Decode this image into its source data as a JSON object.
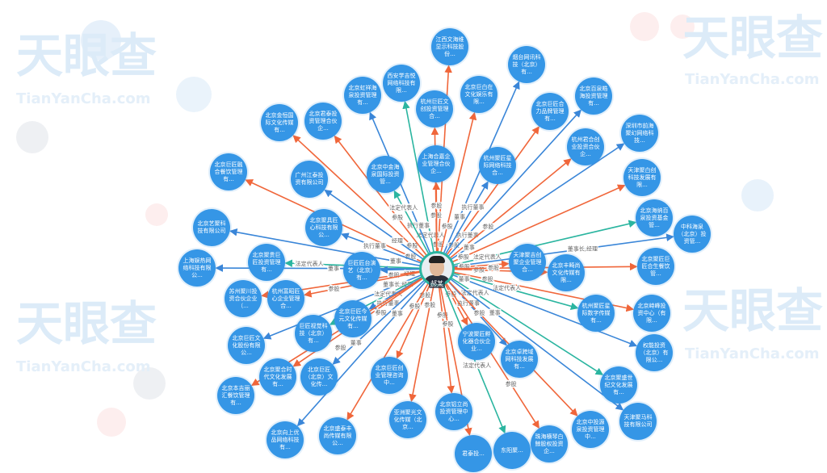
{
  "watermark": {
    "brand": "天眼查",
    "site": "TianYanCha.com"
  },
  "center": {
    "name": "郝某",
    "icon": "person-avatar"
  },
  "colors": {
    "node": "#3596e6",
    "share": "#f0663a",
    "legal": "#2bb5a0",
    "role": "#3a86d8"
  },
  "relations": {
    "share": "参股",
    "legal": "法定代表人",
    "exec": "执行董事",
    "director": "董事",
    "manager": "经理",
    "chair": "董事长,经理",
    "supervisor": "监事"
  },
  "nodes": [
    {
      "label": "江西文海维显示科技股份...",
      "rel": "share"
    },
    {
      "label": "西安学吉悦网络科技有限...",
      "rel": "legal"
    },
    {
      "label": "北京虹祥海泉投资管理有...",
      "rel": "exec"
    },
    {
      "label": "杭州巨匠文创投资管理合...",
      "rel": "share"
    },
    {
      "label": "北京巨白在文化娱乐有限...",
      "rel": "share"
    },
    {
      "label": "烟台网讯科技（北京）有...",
      "rel": "director"
    },
    {
      "label": "北京巨匠合力品牌管理有...",
      "rel": "share"
    },
    {
      "label": "北京百泉皓海投资管理有...",
      "rel": "exec"
    },
    {
      "label": "北京金恒国际文化传媒有...",
      "rel": "share"
    },
    {
      "label": "北京君泰投资管理合伙企...",
      "rel": "share"
    },
    {
      "label": "杭州君合创业投资合伙企...",
      "rel": "share"
    },
    {
      "label": "深圳市前海聚幻网络科技...",
      "rel": "director"
    },
    {
      "label": "北京巨匠融合餐饮管理有...",
      "rel": "share"
    },
    {
      "label": "广州江泰投资有限公司",
      "rel": "manager"
    },
    {
      "label": "北京中金海泉国际投资管...",
      "rel": "legal"
    },
    {
      "label": "上海合嘉企业管理合伙企...",
      "rel": "share"
    },
    {
      "label": "杭州聚匠星际网络科技合...",
      "rel": "exec"
    },
    {
      "label": "天津聚白创科技发展有限...",
      "rel": "share"
    },
    {
      "label": "北京海纳百泉投资基金管...",
      "rel": "legal"
    },
    {
      "label": "中科海泉（北京）投资管...",
      "rel": "chair"
    },
    {
      "label": "北京艺聚科技有限公司",
      "rel": "director"
    },
    {
      "label": "北京聚具匠心科技有限公...",
      "rel": "exec"
    },
    {
      "label": "上海娱热网络科技有限公...",
      "rel": "director"
    },
    {
      "label": "北京聚贵巨匠投资管理有...",
      "rel": "legal"
    },
    {
      "label": "巨匠匠台演艺（北京）有...",
      "rel": "manager"
    },
    {
      "label": "天津聚吉创聚企业管理合...",
      "rel": "share"
    },
    {
      "label": "北京丰畸尚文化传媒有限...",
      "rel": "share"
    },
    {
      "label": "北京聚匠巨匠合生餐饮管...",
      "rel": "share"
    },
    {
      "label": "苏州聚川投资合伙企业（...",
      "rel": "share"
    },
    {
      "label": "杭州富昭匠心企业管理合...",
      "rel": "share"
    },
    {
      "label": "北京峙峰投资中心（有限...",
      "rel": "share"
    },
    {
      "label": "杭州聚匠星际数字传媒有...",
      "rel": "legal"
    },
    {
      "label": "北京巨匠文化股份有限公...",
      "rel": "chair"
    },
    {
      "label": "巨匠视觉科技（北京）有...",
      "rel": "legal"
    },
    {
      "label": "北京巨匠今元文化传媒有...",
      "rel": "exec"
    },
    {
      "label": "权能投资（北京）有限公...",
      "rel": "director"
    },
    {
      "label": "宁波聚匠孵化器合伙企业...",
      "rel": "share"
    },
    {
      "label": "北京卓跨域网科技发展有...",
      "rel": "exec"
    },
    {
      "label": "北京聚合时代文化发展有...",
      "rel": "share"
    },
    {
      "label": "北京巨匠（北京）文化传...",
      "rel": "director"
    },
    {
      "label": "北京巨匠创业管理咨询中...",
      "rel": "share"
    },
    {
      "label": "北京聚盛世纪文化发展有...",
      "rel": "legal"
    },
    {
      "label": "北京本吉丽汇餐饮管理有...",
      "rel": "share"
    },
    {
      "label": "亚洲聚光文化传媒（北京...",
      "rel": "share"
    },
    {
      "label": "北京铝立尚投资管理中心...",
      "rel": "share"
    },
    {
      "label": "北京中投源泉投资管理中...",
      "rel": "share"
    },
    {
      "label": "天津聚马科技有限公司",
      "rel": "director"
    },
    {
      "label": "珠海横琴白鲸股权投资企...",
      "rel": "share"
    },
    {
      "label": "北京向上优品网络科技有...",
      "rel": "director"
    },
    {
      "label": "北京盛泰丰尚传媒有限公...",
      "rel": "share"
    },
    {
      "label": "君泰投...",
      "rel": "share"
    },
    {
      "label": "东阳聚...",
      "rel": "legal"
    }
  ]
}
